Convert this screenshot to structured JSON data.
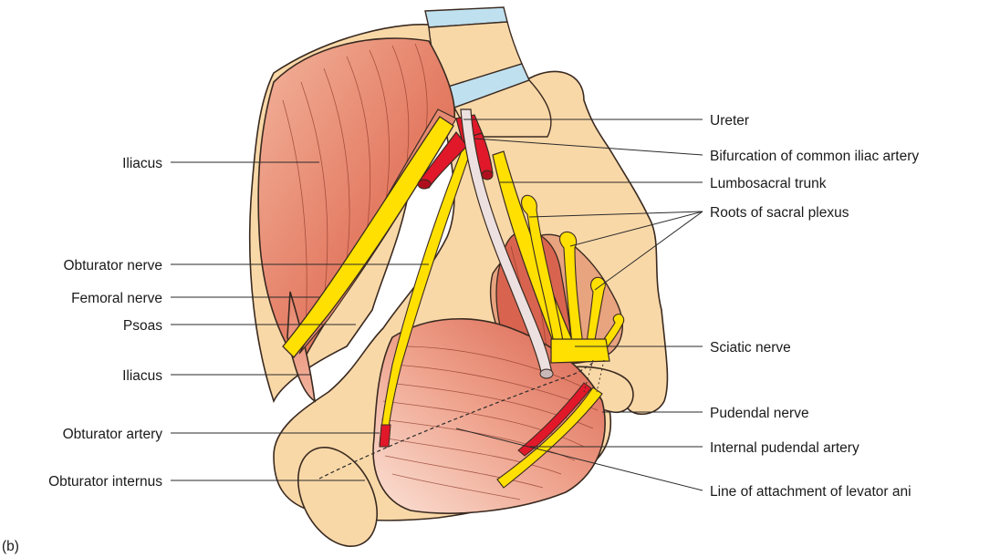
{
  "panel_label": "(b)",
  "colors": {
    "bone": "#f9d8a8",
    "muscle": "#e4806a",
    "nerve": "#ffe000",
    "artery": "#e0182a",
    "ureter": "#ece0e0",
    "disc": "#bfe0ef"
  },
  "labels_left": {
    "iliacus_upper": "Iliacus",
    "obturator_nerve": "Obturator nerve",
    "femoral_nerve": "Femoral nerve",
    "psoas": "Psoas",
    "iliacus_lower": "Iliacus",
    "obturator_artery": "Obturator artery",
    "obturator_internus": "Obturator internus"
  },
  "labels_right": {
    "ureter": "Ureter",
    "bifurcation": "Bifurcation of common iliac artery",
    "lumbosacral_trunk": "Lumbosacral trunk",
    "roots_sacral_plexus": "Roots of sacral plexus",
    "sciatic_nerve": "Sciatic nerve",
    "pudendal_nerve": "Pudendal nerve",
    "internal_pudendal_artery": "Internal pudendal artery",
    "levator_ani_line": "Line of attachment of levator ani"
  }
}
